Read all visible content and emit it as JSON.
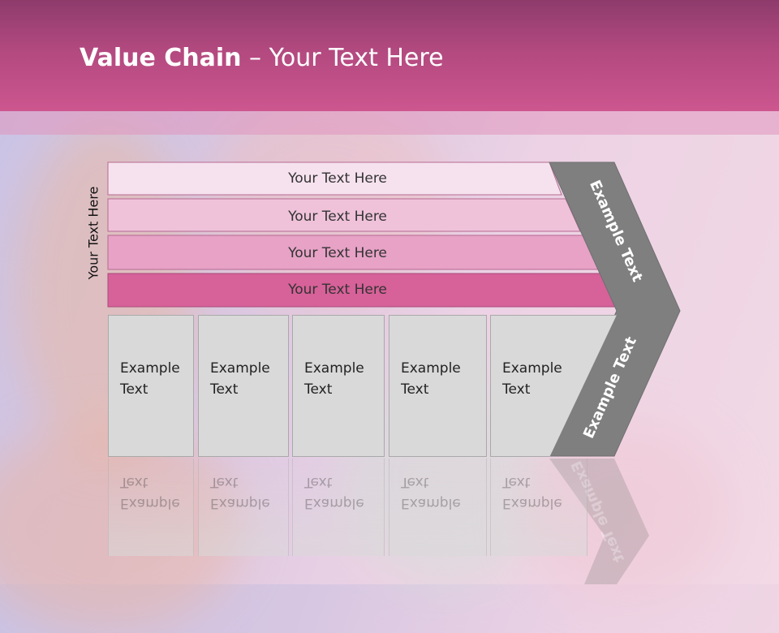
{
  "title": {
    "bold": "Value Chain",
    "rest": " – Your Text Here"
  },
  "side_label": "Your Text Here",
  "bars": [
    {
      "label": "Your Text Here",
      "color": "#f6e2ee"
    },
    {
      "label": "Your Text Here",
      "color": "#efc2da"
    },
    {
      "label": "Your Text Here",
      "color": "#e7a2c6"
    },
    {
      "label": "Your Text Here",
      "color": "#d76199"
    }
  ],
  "chevron": {
    "top_label": "Example Text",
    "bottom_label": "Example Text",
    "color": "#7f7f7f"
  },
  "boxes": [
    {
      "line1": "Example",
      "line2": "Text"
    },
    {
      "line1": "Example",
      "line2": "Text"
    },
    {
      "line1": "Example",
      "line2": "Text"
    },
    {
      "line1": "Example",
      "line2": "Text"
    },
    {
      "line1": "Example",
      "line2": "Text"
    }
  ]
}
